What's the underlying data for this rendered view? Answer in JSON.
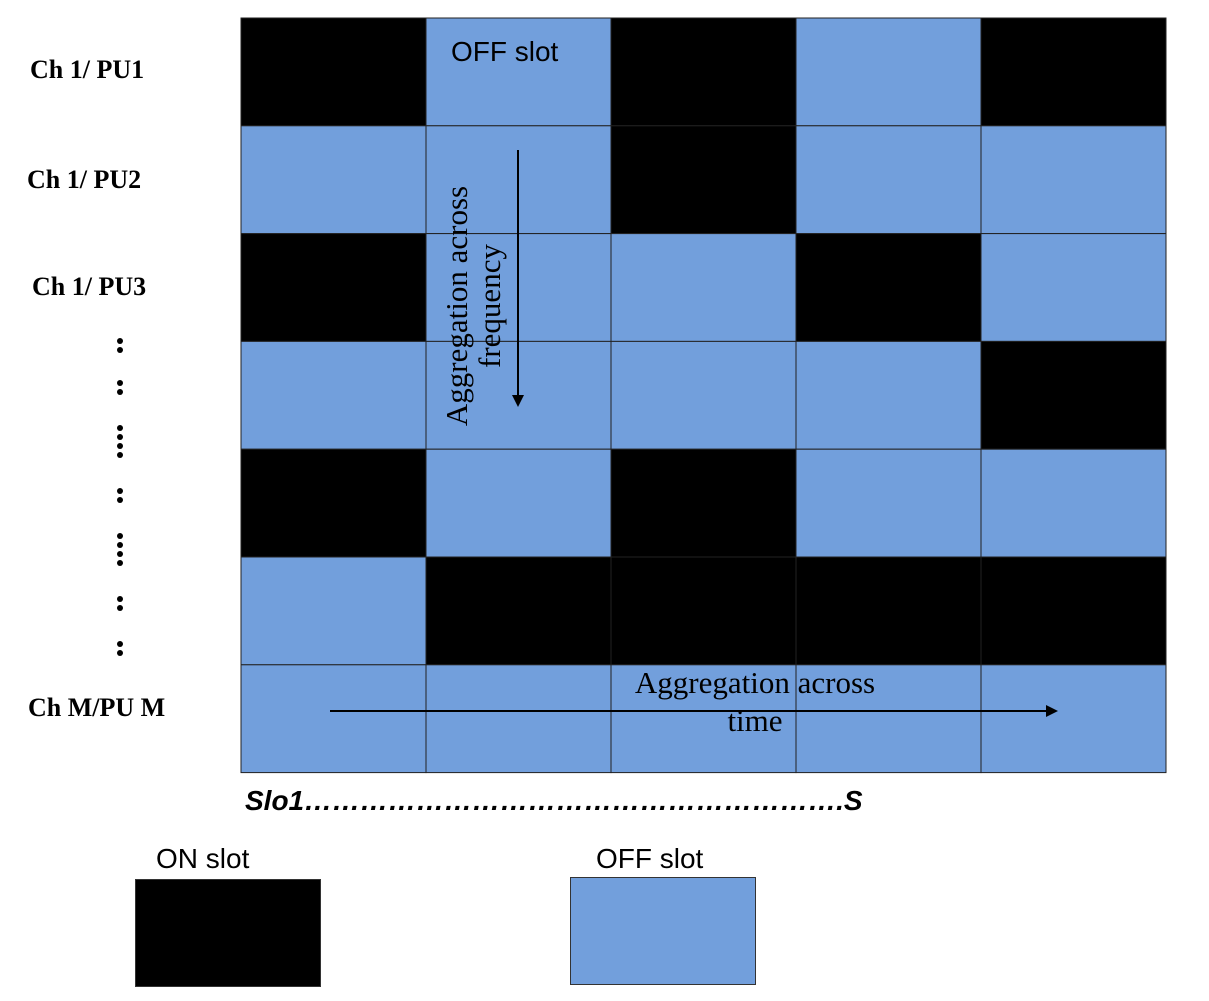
{
  "colors": {
    "on": "#000000",
    "off": "#729fdc",
    "grid_line": "#222222"
  },
  "row_labels": [
    "Ch 1/ PU1",
    "Ch 1/ PU2",
    "Ch 1/ PU3",
    "Ch M/PU M"
  ],
  "grid": {
    "rows": [
      [
        "ON",
        "OFF",
        "ON",
        "OFF",
        "ON"
      ],
      [
        "OFF",
        "OFF",
        "ON",
        "OFF",
        "OFF"
      ],
      [
        "ON",
        "OFF",
        "OFF",
        "ON",
        "OFF"
      ],
      [
        "OFF",
        "OFF",
        "OFF",
        "OFF",
        "ON"
      ],
      [
        "ON",
        "OFF",
        "ON",
        "OFF",
        "OFF"
      ],
      [
        "OFF",
        "ON",
        "ON",
        "ON",
        "ON"
      ],
      [
        "OFF",
        "OFF",
        "OFF",
        "OFF",
        "OFF"
      ]
    ]
  },
  "cell_label": "OFF slot",
  "annotations": {
    "freq_line1": "Aggregation across",
    "freq_line2": "frequency",
    "time_line1": "Aggregation across",
    "time_line2": "time"
  },
  "slot_axis": "Slo1………………………………………………….S",
  "legend": {
    "on_label": "ON slot",
    "off_label": "OFF slot"
  }
}
